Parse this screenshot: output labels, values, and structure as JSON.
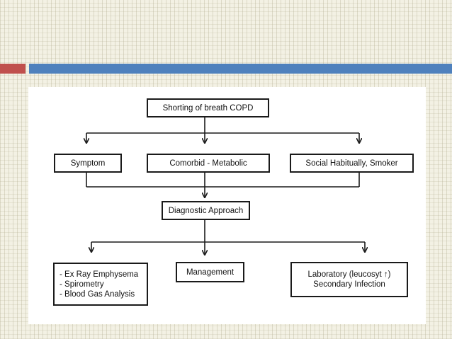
{
  "diagram": {
    "root": "Shorting of breath COPD",
    "level1": {
      "symptom": "Symptom",
      "comorbid": "Comorbid - Metabolic",
      "social": "Social Habitually, Smoker"
    },
    "middle": "Diagnostic Approach",
    "level2": {
      "tests": [
        "- Ex Ray Emphysema",
        "- Spirometry",
        "- Blood Gas Analysis"
      ],
      "management": "Management",
      "laboratory": [
        "Laboratory (leucosyt ↑)",
        "Secondary Infection"
      ]
    }
  },
  "colors": {
    "accent_red": "#c0504d",
    "accent_blue": "#4f81bd",
    "stroke": "#1a1a1a"
  }
}
